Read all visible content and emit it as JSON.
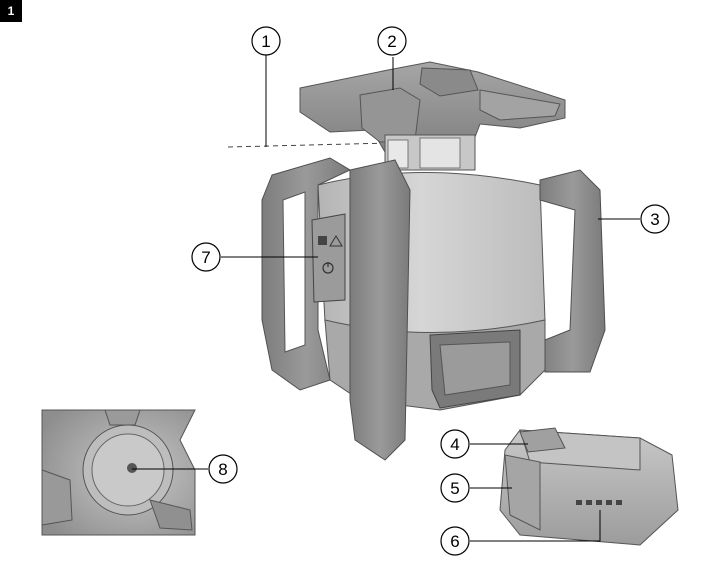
{
  "figure": {
    "number": "1"
  },
  "callouts": [
    {
      "id": 1,
      "label": "1"
    },
    {
      "id": 2,
      "label": "2"
    },
    {
      "id": 3,
      "label": "3"
    },
    {
      "id": 4,
      "label": "4"
    },
    {
      "id": 5,
      "label": "5"
    },
    {
      "id": 6,
      "label": "6"
    },
    {
      "id": 7,
      "label": "7"
    },
    {
      "id": 8,
      "label": "8"
    }
  ],
  "colors": {
    "housing": "#8c8c8c",
    "housing_dark": "#6e6e6e",
    "housing_light": "#a7a7a7",
    "body": "#bdbdbd",
    "body_light": "#d2d2d2",
    "battery": "#b3b3b3",
    "outline": "#505050"
  }
}
